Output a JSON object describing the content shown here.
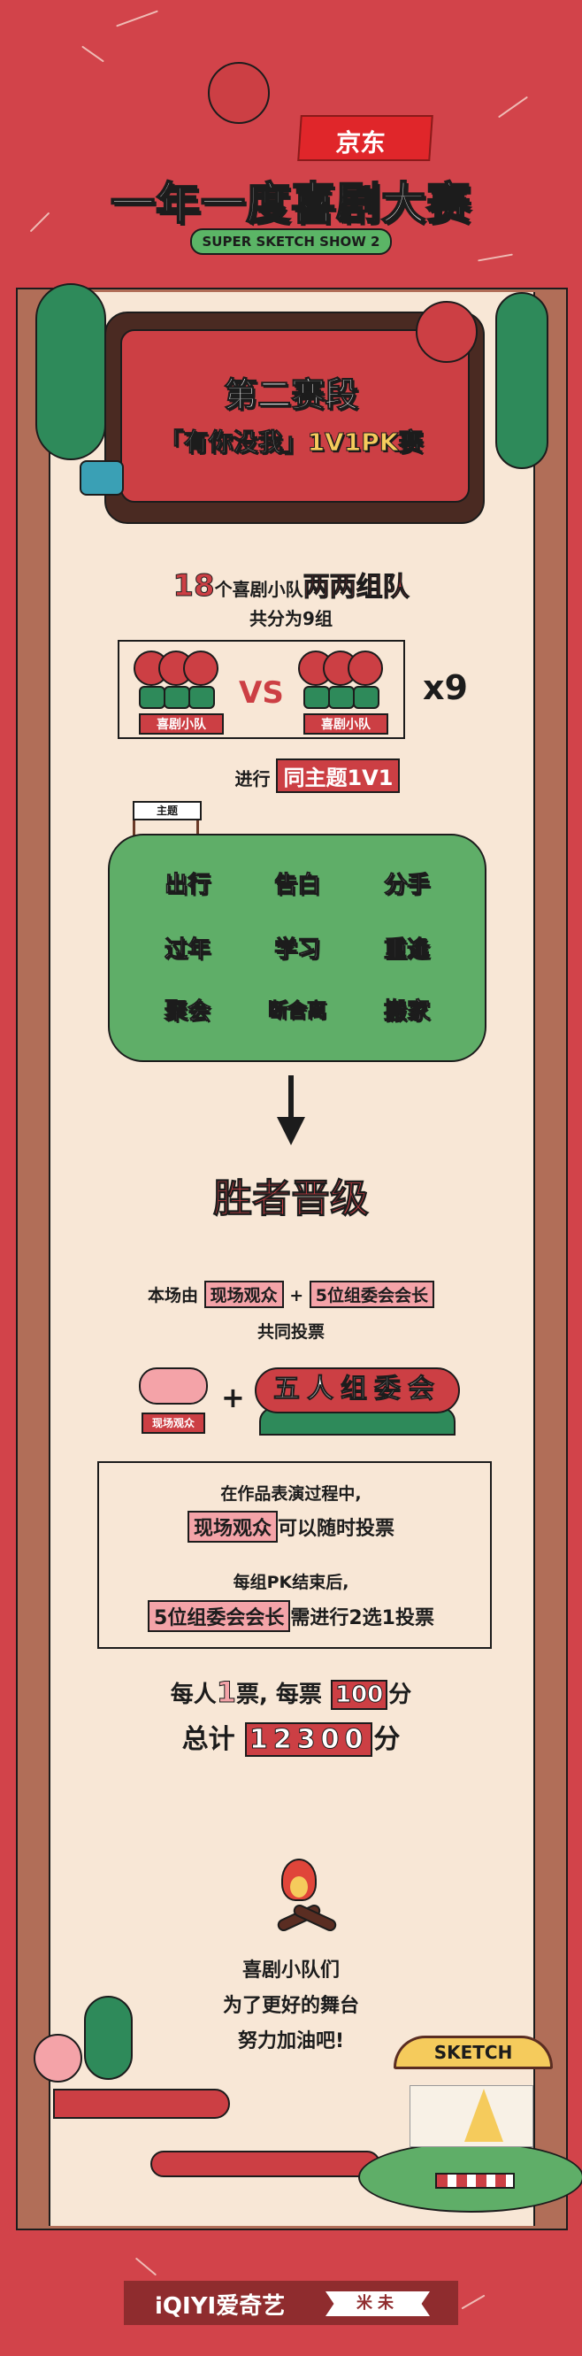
{
  "header": {
    "brand": "京东",
    "title": "一年一度喜剧大赛",
    "subtitle": "SUPER SKETCH SHOW 2"
  },
  "stage": {
    "title": "第二赛段",
    "subtitle_prefix": "「有你没我」",
    "subtitle_highlight": "1V1PK",
    "subtitle_suffix": "赛"
  },
  "grouping": {
    "count": "18",
    "line1_mid": "个喜剧小队",
    "line1_highlight": "两两组队",
    "line2": "共分为9组",
    "team_label": "喜剧小队",
    "vs": "VS",
    "multiplier": "x9",
    "theme_prefix": "进行",
    "theme_highlight": "同主题1V1"
  },
  "themes": {
    "sign": "主题",
    "items": [
      "出行",
      "告白",
      "分手",
      "过年",
      "学习",
      "重逢",
      "聚会",
      "断舍离",
      "搬家"
    ]
  },
  "result": {
    "winner": "胜者晋级"
  },
  "voting": {
    "prefix": "本场由",
    "audience": "现场观众",
    "plus": "+",
    "committee": "5位组委会会长",
    "line2": "共同投票",
    "audience_badge": "现场观众",
    "committee_badge": "五人组委会"
  },
  "rules": {
    "line1": "在作品表演过程中,",
    "line2_tag": "现场观众",
    "line2_rest": "可以随时投票",
    "line3": "每组PK结束后,",
    "line4_tag": "5位组委会会长",
    "line4_rest": "需进行2选1投票"
  },
  "score": {
    "a": "每人",
    "votes": "1",
    "b": "票, 每票",
    "points_per_vote": "100",
    "unit": "分",
    "total_label": "总计",
    "total": "12300"
  },
  "cheer": {
    "lines": [
      "喜剧小队们",
      "为了更好的舞台",
      "努力加油吧!"
    ],
    "gate": "SKETCH"
  },
  "footer": {
    "platform": "iQIYI爱奇艺",
    "partner": "米未"
  }
}
